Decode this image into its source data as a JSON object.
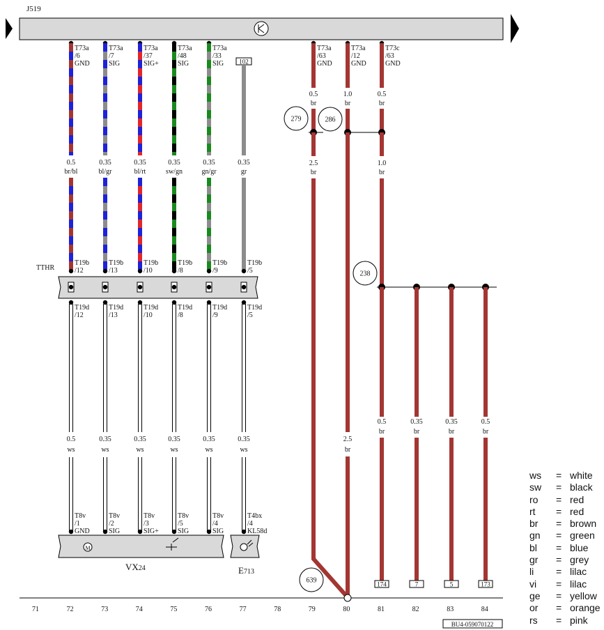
{
  "header": {
    "component_id": "J519"
  },
  "top_wires": [
    {
      "pin": "T73a",
      "pos": "/6",
      "func": "GND",
      "size": "0.5",
      "color": "br/bl"
    },
    {
      "pin": "T73a",
      "pos": "/7",
      "func": "SIG",
      "size": "0.35",
      "color": "bl/gr"
    },
    {
      "pin": "T73a",
      "pos": "/37",
      "func": "SIG+",
      "size": "0.35",
      "color": "bl/rt"
    },
    {
      "pin": "T73a",
      "pos": "/48",
      "func": "SIG",
      "size": "0.35",
      "color": "sw/gn"
    },
    {
      "pin": "T73a",
      "pos": "/33",
      "func": "SIG",
      "size": "0.35",
      "color": "gn/gr"
    },
    {
      "pin": "",
      "pos": "",
      "func": "",
      "size": "0.35",
      "color": "gr",
      "ref": "102"
    }
  ],
  "brown_wires": [
    {
      "pin": "T73a",
      "pos": "/63",
      "func": "GND",
      "size": "0.5",
      "color": "br"
    },
    {
      "pin": "T73a",
      "pos": "/12",
      "func": "GND",
      "size": "1.0",
      "color": "br"
    },
    {
      "pin": "T73c",
      "pos": "/63",
      "func": "GND",
      "size": "0.5",
      "color": "br"
    }
  ],
  "brown_mid": [
    {
      "size": "2.5",
      "color": "br"
    },
    {
      "size": "1.0",
      "color": "br"
    }
  ],
  "splices": [
    "279",
    "286",
    "238",
    "639"
  ],
  "connector_label": "TTHR",
  "t19b": [
    {
      "pin": "T19b",
      "pos": "/12"
    },
    {
      "pin": "T19b",
      "pos": "/13"
    },
    {
      "pin": "T19b",
      "pos": "/10"
    },
    {
      "pin": "T19b",
      "pos": "/8"
    },
    {
      "pin": "T19b",
      "pos": "/9"
    },
    {
      "pin": "T19b",
      "pos": "/5"
    }
  ],
  "t19d": [
    {
      "pin": "T19d",
      "pos": "/12"
    },
    {
      "pin": "T19d",
      "pos": "/13"
    },
    {
      "pin": "T19d",
      "pos": "/10"
    },
    {
      "pin": "T19d",
      "pos": "/8"
    },
    {
      "pin": "T19d",
      "pos": "/9"
    },
    {
      "pin": "T19d",
      "pos": "/5"
    }
  ],
  "white_wires": [
    {
      "size": "0.5",
      "color": "ws"
    },
    {
      "size": "0.35",
      "color": "ws"
    },
    {
      "size": "0.35",
      "color": "ws"
    },
    {
      "size": "0.35",
      "color": "ws"
    },
    {
      "size": "0.35",
      "color": "ws"
    },
    {
      "size": "0.35",
      "color": "ws"
    }
  ],
  "bottom_pins": [
    {
      "pin": "T8v",
      "pos": "/1",
      "func": "GND"
    },
    {
      "pin": "T8v",
      "pos": "/2",
      "func": "SIG"
    },
    {
      "pin": "T8v",
      "pos": "/3",
      "func": "SIG+"
    },
    {
      "pin": "T8v",
      "pos": "/5",
      "func": "SIG"
    },
    {
      "pin": "T8v",
      "pos": "/4",
      "func": "SIG"
    },
    {
      "pin": "T4bx",
      "pos": "/4",
      "func": "KL58d"
    }
  ],
  "right_wires": [
    {
      "size": "0.5",
      "color": "br"
    },
    {
      "size": "0.35",
      "color": "br"
    },
    {
      "size": "0.35",
      "color": "br"
    },
    {
      "size": "0.5",
      "color": "br"
    }
  ],
  "mid_brown_lower": {
    "size": "2.5",
    "color": "br"
  },
  "right_refs": [
    "174",
    "7",
    "5",
    "173"
  ],
  "components": {
    "vx": "VX",
    "vx_sub": "24",
    "e": "E",
    "e_sub": "713"
  },
  "positions": [
    "71",
    "72",
    "73",
    "74",
    "75",
    "76",
    "77",
    "78",
    "79",
    "80",
    "81",
    "82",
    "83",
    "84"
  ],
  "footer_code": "BU4-059070122",
  "legend": [
    {
      "code": "ws",
      "name": "white"
    },
    {
      "code": "sw",
      "name": "black"
    },
    {
      "code": "ro",
      "name": "red"
    },
    {
      "code": "rt",
      "name": "red"
    },
    {
      "code": "br",
      "name": "brown"
    },
    {
      "code": "gn",
      "name": "green"
    },
    {
      "code": "bl",
      "name": "blue"
    },
    {
      "code": "gr",
      "name": "grey"
    },
    {
      "code": "li",
      "name": "lilac"
    },
    {
      "code": "vi",
      "name": "lilac"
    },
    {
      "code": "ge",
      "name": "yellow"
    },
    {
      "code": "or",
      "name": "orange"
    },
    {
      "code": "rs",
      "name": "pink"
    }
  ],
  "colors": {
    "brown": "#a33632",
    "blue": "#1e22d8",
    "red": "#e3262a",
    "green": "#1a8a1f",
    "grey": "#8c8c8c",
    "black": "#000000",
    "bar": "#d9d9d9"
  }
}
